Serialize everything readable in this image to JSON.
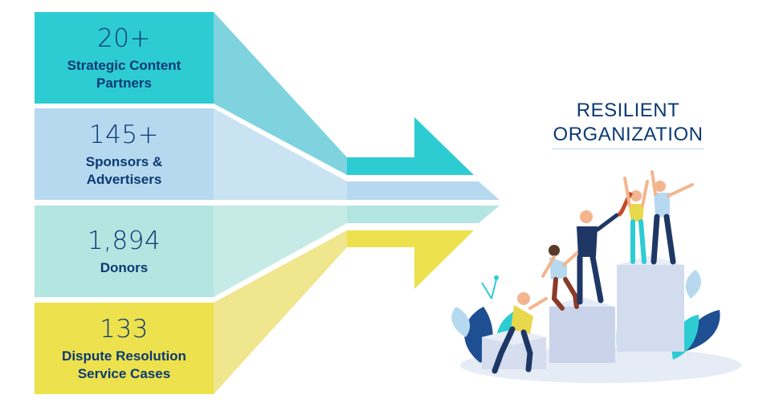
{
  "stats": [
    {
      "value": "20+",
      "label_line1": "Strategic Content",
      "label_line2": "Partners"
    },
    {
      "value": "145+",
      "label_line1": "Sponsors &",
      "label_line2": "Advertisers"
    },
    {
      "value": "1,894",
      "label_line1": "Donors",
      "label_line2": ""
    },
    {
      "value": "133",
      "label_line1": "Dispute Resolution",
      "label_line2": "Service Cases"
    }
  ],
  "title": {
    "line1": "RESILIENT",
    "line2": "ORGANIZATION"
  },
  "colors": {
    "teal": "#2dccd3",
    "light_blue": "#b6d9ef",
    "mint": "#b3e5e1",
    "yellow": "#ede14e",
    "navy": "#0c3a73"
  },
  "illustration": {
    "subject": "team-climbing-podium-icon"
  }
}
